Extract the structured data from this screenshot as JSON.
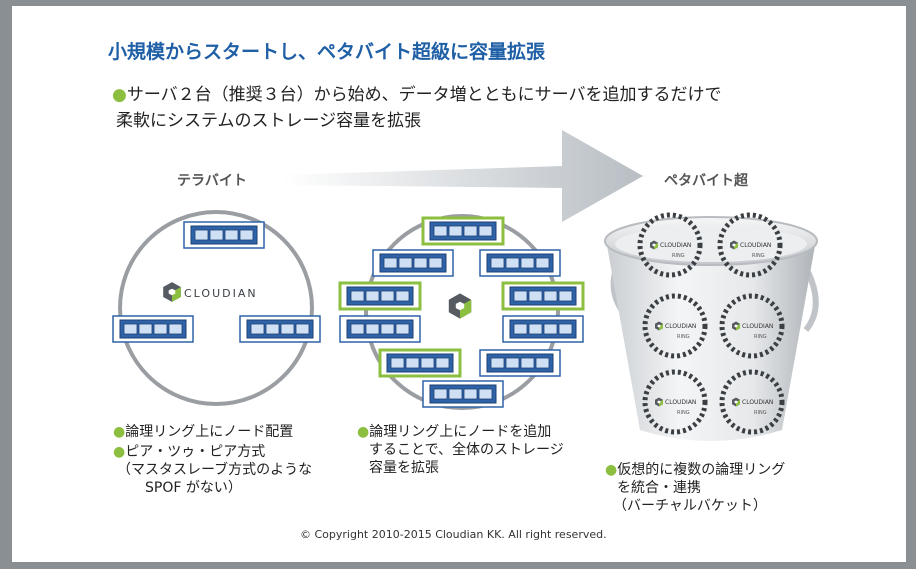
{
  "title": "小規模からスタートし、ペタバイト超級に容量拡張",
  "intro": {
    "line1": "サーバ２台（推奨３台）から始め、データ増とともにサーバを追加するだけで",
    "line2": "柔軟にシステムのストレージ容量を拡張"
  },
  "arrow": {
    "left_label": "テラバイト",
    "right_label": "ペタバイト超"
  },
  "logo": {
    "brand": "CLOUDIAN",
    "ring_word": "RING"
  },
  "notes": {
    "left": {
      "b1": "論理リング上にノード配置",
      "b2": "ピア・ツゥ・ピア方式",
      "b2_sub1": "（マスタスレーブ方式のような",
      "b2_sub2": "SPOF がない）"
    },
    "middle": {
      "line1": "論理リング上にノードを追加",
      "line2": "することで、全体のストレージ",
      "line3": "容量を拡張"
    },
    "right": {
      "line1": "仮想的に複数の論理リング",
      "line2": "を統合・連携",
      "line3": "（バーチャルバケット）"
    }
  },
  "copyright": "© Copyright 2010-2015 Cloudian KK. All right reserved.",
  "colors": {
    "title_blue": "#1f5fa6",
    "server_blue": "#2f63a8",
    "accent_green": "#8cbf3f"
  }
}
